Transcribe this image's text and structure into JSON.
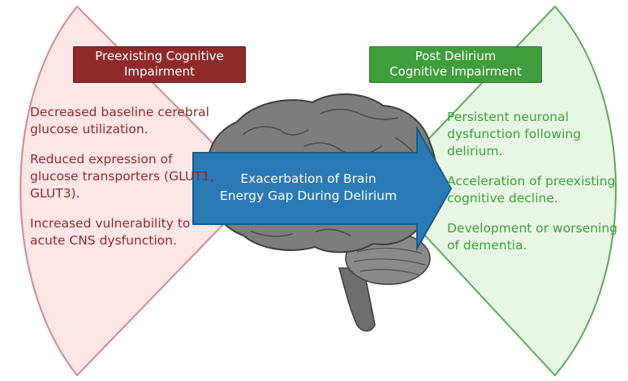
{
  "colors": {
    "left_accent": "#8e2a2b",
    "left_panel_fill": "#fce6e6",
    "right_accent": "#3e9e3c",
    "right_panel_fill": "#e8f6e4",
    "arrow_fill": "#2b7ab5",
    "brain_fill": "#7d7d7d"
  },
  "left_panel": {
    "title_line1": "Preexisting Cognitive",
    "title_line2": "Impairment",
    "points": [
      "Decreased baseline cerebral glucose utilization.",
      "Reduced expression of glucose transporters (GLUT1, GLUT3).",
      "Increased vulnerability to acute CNS dysfunction."
    ]
  },
  "right_panel": {
    "title_line1": "Post Delirium",
    "title_line2": "Cognitive Impairment",
    "points": [
      "Persistent neuronal dysfunction following delirium.",
      "Acceleration of preexisting cognitive decline.",
      "Development or worsening of dementia."
    ]
  },
  "arrow": {
    "label_line1": "Exacerbation of Brain",
    "label_line2": "Energy Gap During Delirium"
  },
  "icons": {
    "brain": "brain-illustration",
    "arrow": "right-arrow"
  }
}
